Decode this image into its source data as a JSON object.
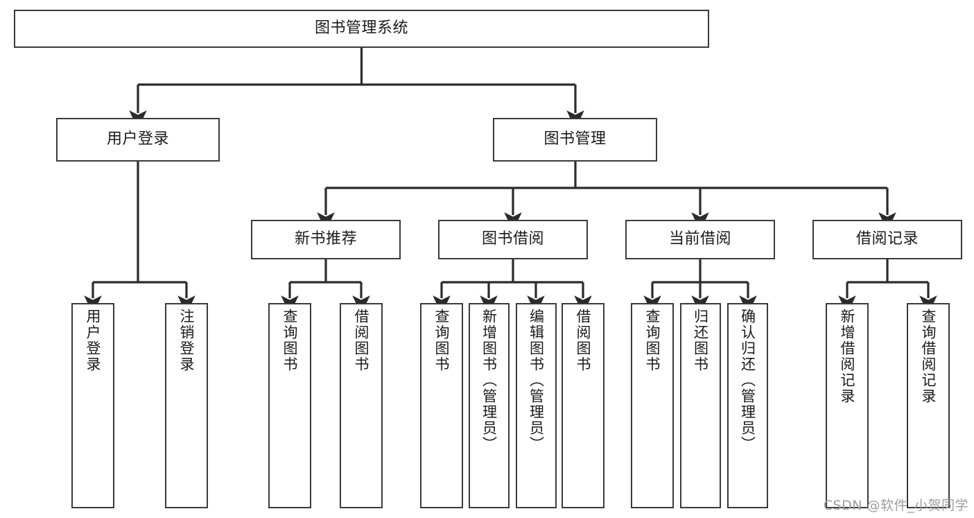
{
  "diagram": {
    "title": "图书管理系统",
    "type": "tree-hierarchy-chart",
    "orientation": "top-down",
    "colors": {
      "box_stroke": "#3a3a3a",
      "box_fill": "#ffffff",
      "connector": "#2b2b2b",
      "text": "#1a1a1a",
      "watermark": "#9d9d9d",
      "background": "#ffffff"
    }
  },
  "root": {
    "label": "图书管理系统"
  },
  "level2": [
    {
      "label": "用户登录"
    },
    {
      "label": "图书管理"
    }
  ],
  "level3": [
    {
      "label": "新书推荐"
    },
    {
      "label": "图书借阅"
    },
    {
      "label": "当前借阅"
    },
    {
      "label": "借阅记录"
    }
  ],
  "leaves": {
    "user_login": [
      {
        "label": "用户登录"
      },
      {
        "label": "注销登录"
      }
    ],
    "new_book_recommend": [
      {
        "label": "查询图书"
      },
      {
        "label": "借阅图书"
      }
    ],
    "book_borrow": [
      {
        "label": "查询图书"
      },
      {
        "label": "新增图书（管理员）"
      },
      {
        "label": "编辑图书（管理员）"
      },
      {
        "label": "借阅图书"
      }
    ],
    "current_borrow": [
      {
        "label": "查询图书"
      },
      {
        "label": "归还图书"
      },
      {
        "label": "确认归还（管理员）"
      }
    ],
    "borrow_record": [
      {
        "label": "新增借阅记录"
      },
      {
        "label": "查询借阅记录"
      }
    ]
  },
  "watermark": {
    "text": "CSDN @软件_小贺同学"
  }
}
